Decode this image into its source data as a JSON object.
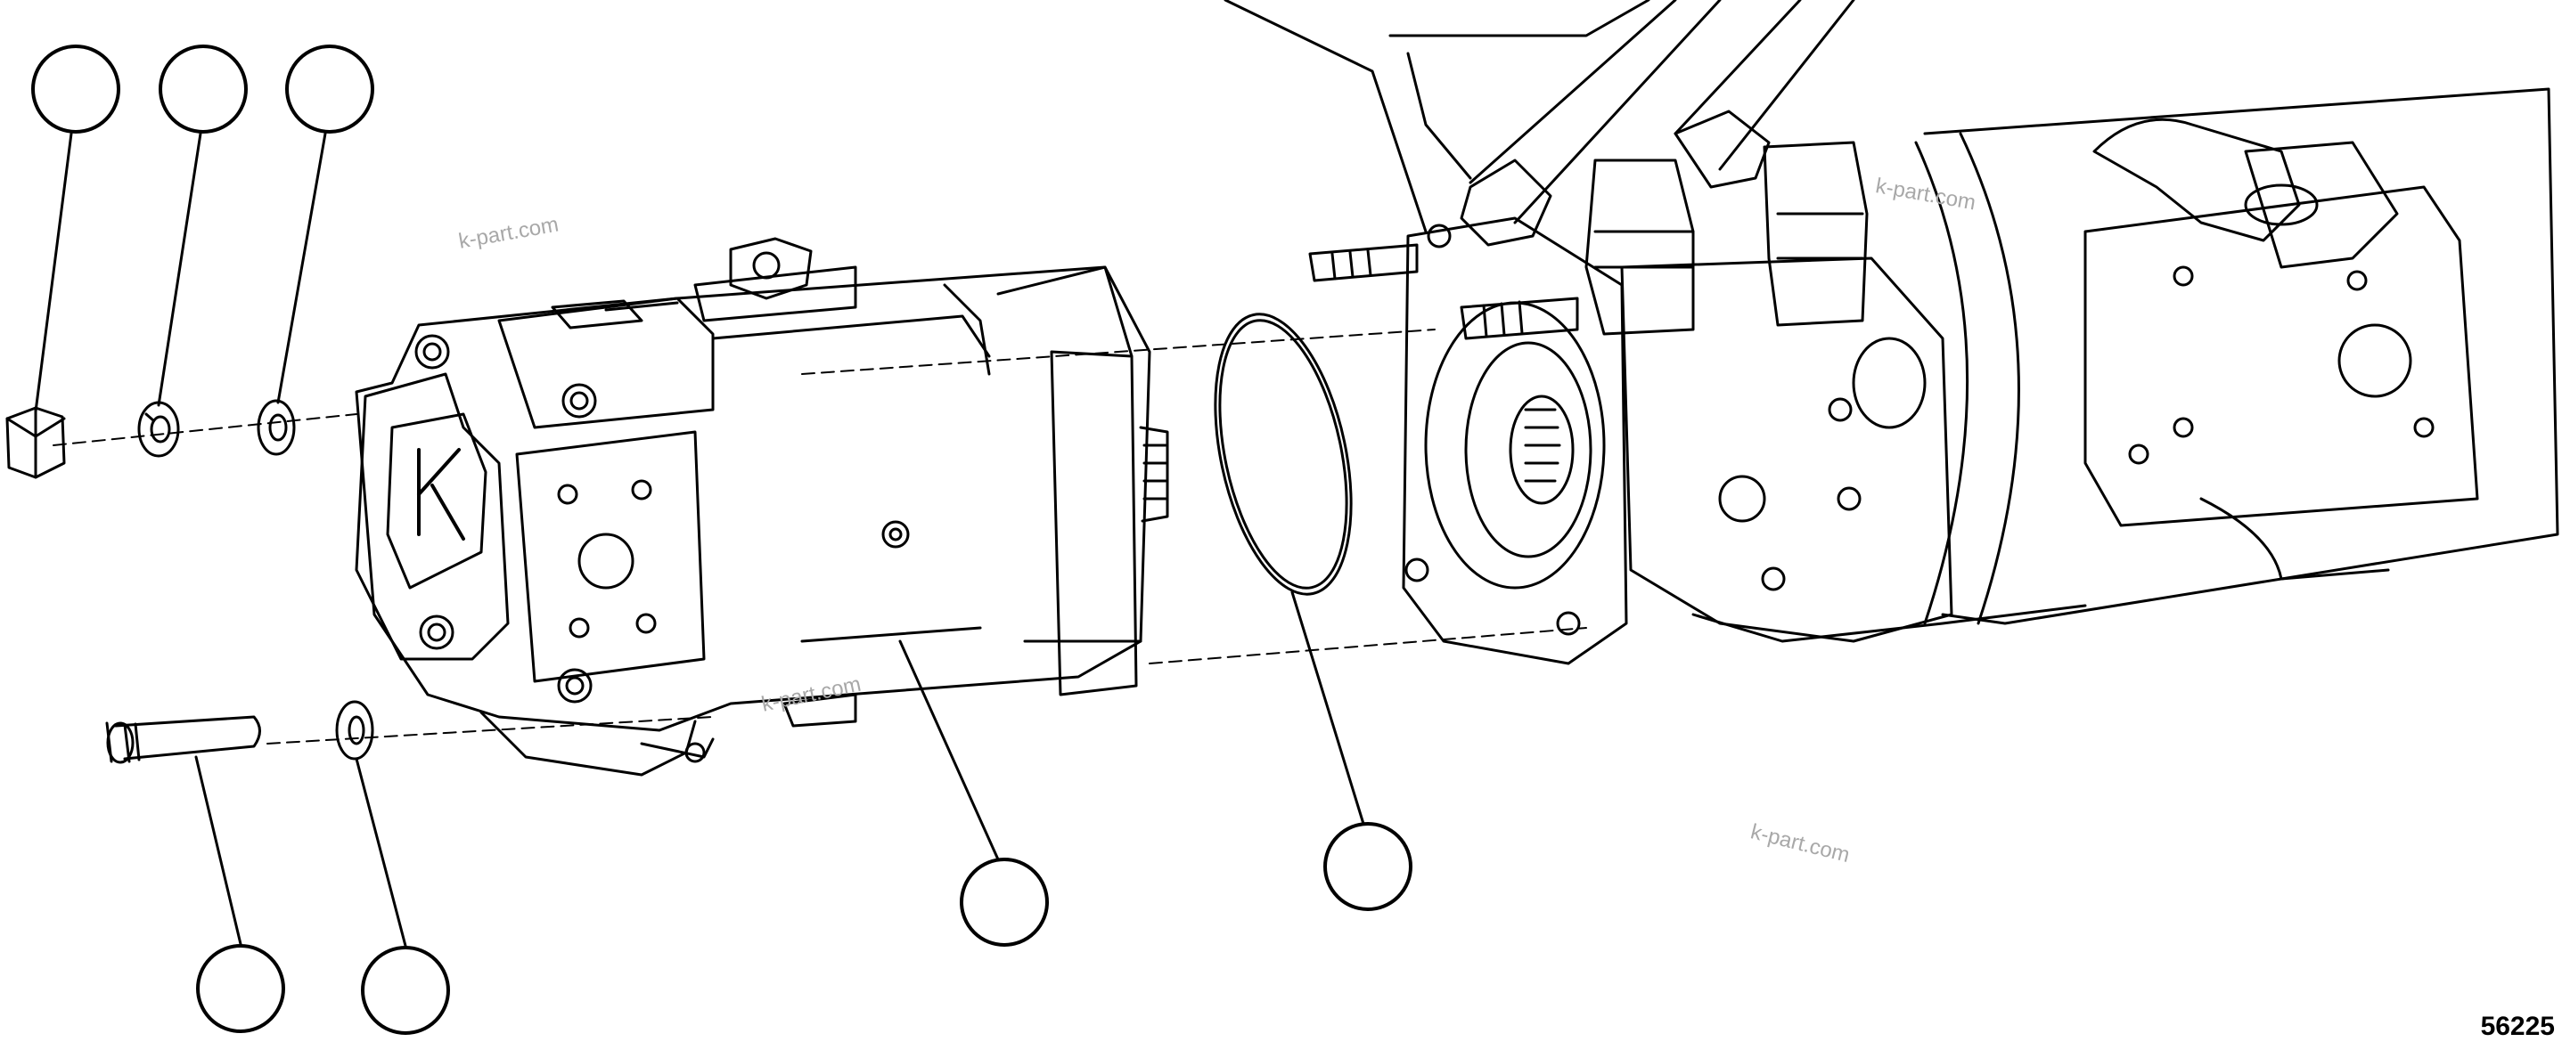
{
  "figure": {
    "number": "56225",
    "watermarks": [
      "k-part.com",
      "k-part.com",
      "k-part.com",
      "k-part.com"
    ]
  },
  "callouts": [
    {
      "id": "c1",
      "label": ""
    },
    {
      "id": "c2",
      "label": ""
    },
    {
      "id": "c3",
      "label": ""
    },
    {
      "id": "c4",
      "label": ""
    },
    {
      "id": "c5",
      "label": ""
    },
    {
      "id": "c6",
      "label": ""
    },
    {
      "id": "c7",
      "label": ""
    }
  ],
  "colors": {
    "line": "#000000",
    "background": "#ffffff",
    "watermark": "#a8a8a8"
  }
}
